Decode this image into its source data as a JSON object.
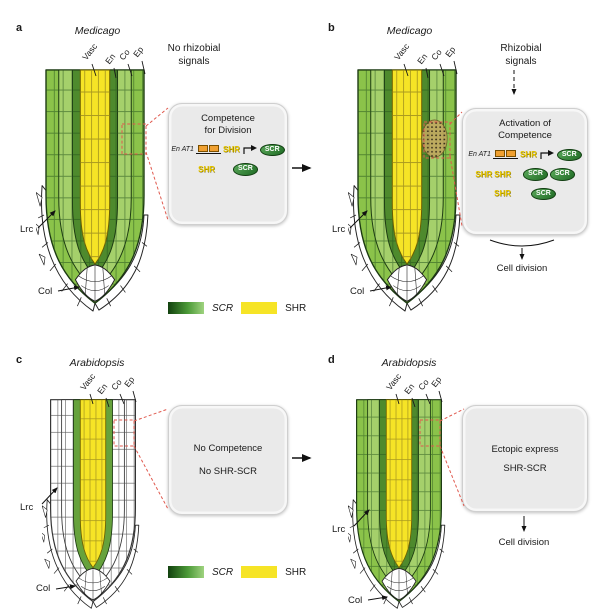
{
  "panel_a": {
    "letter": "a",
    "species": "Medicago",
    "signal": "No rhizobial\nsignals",
    "box_title": "Competence\nfor Division",
    "gene": "En AT1",
    "shr": "SHR",
    "scr": "SCR"
  },
  "panel_b": {
    "letter": "b",
    "species": "Medicago",
    "signal": "Rhizobial\nsignals",
    "box_title": "Activation of\nCompetence",
    "gene": "En AT1",
    "shr": "SHR",
    "scr": "SCR",
    "cell_division": "Cell division"
  },
  "panel_c": {
    "letter": "c",
    "species": "Arabidopsis",
    "box_line1": "No Competence",
    "box_line2": "No SHR-SCR"
  },
  "panel_d": {
    "letter": "d",
    "species": "Arabidopsis",
    "box_line1": "Ectopic express",
    "box_line2": "SHR-SCR",
    "cell_division": "Cell division"
  },
  "anatomy": {
    "vasc": "Vasc",
    "en": "En",
    "co": "Co",
    "ep": "Ep",
    "lrc": "Lrc",
    "col": "Col"
  },
  "legend": {
    "scr": "SCR",
    "shr": "SHR"
  },
  "colors": {
    "scr_green": "#2e7d32",
    "shr_yellow": "#f6e426",
    "gene_orange": "#f0a030",
    "connector_red": "#e0594e"
  }
}
